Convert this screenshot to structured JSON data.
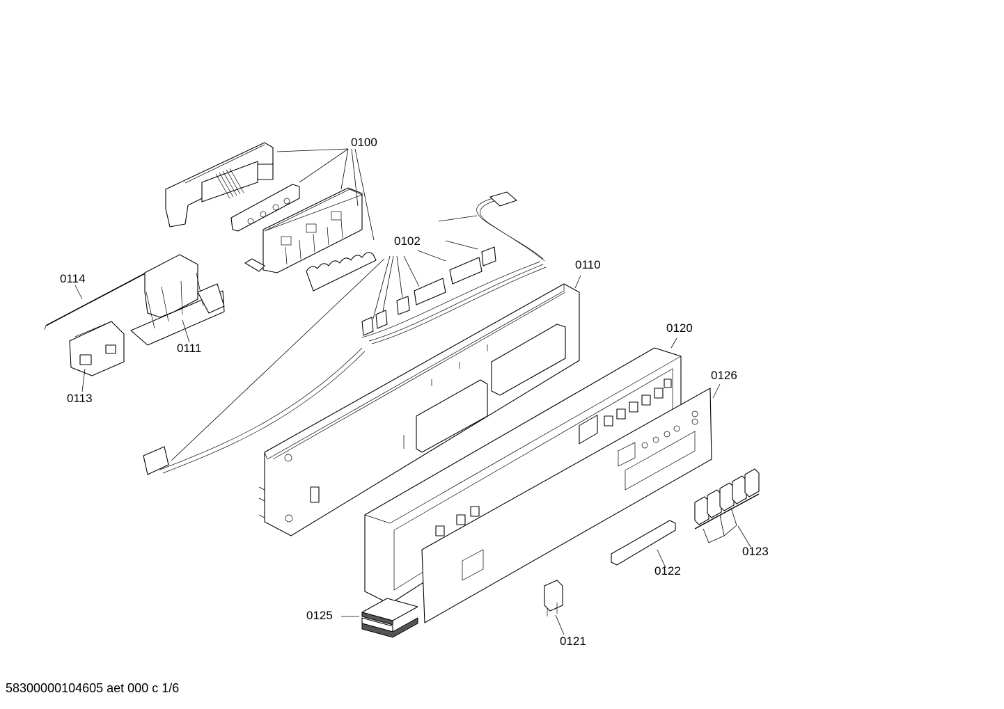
{
  "document_id": "58300000104605 aet 000 c 1/6",
  "callouts": {
    "c0100": "0100",
    "c0102": "0102",
    "c0110": "0110",
    "c0111": "0111",
    "c0113": "0113",
    "c0114": "0114",
    "c0120": "0120",
    "c0121": "0121",
    "c0122": "0122",
    "c0123": "0123",
    "c0125": "0125",
    "c0126": "0126"
  }
}
